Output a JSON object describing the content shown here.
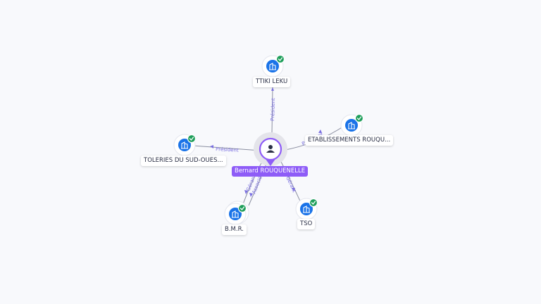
{
  "center": {
    "name": "Bernard ROUQUENELLE",
    "icon": "person-icon"
  },
  "companies": [
    {
      "name": "TTIKI LEKU",
      "icon": "building-icon",
      "status": "check-icon"
    },
    {
      "name": "ETABLISSEMENTS ROUQU...",
      "icon": "building-icon",
      "status": "check-icon"
    },
    {
      "name": "TOLERIES DU SUD-OUES...",
      "icon": "building-icon",
      "status": "check-icon"
    },
    {
      "name": "B.M.R.",
      "icon": "building-icon",
      "status": "check-icon"
    },
    {
      "name": "TSO",
      "icon": "building-icon",
      "status": "check-icon"
    }
  ],
  "edges": [
    {
      "label": "Président"
    },
    {
      "label": "Président"
    },
    {
      "label": "Président"
    },
    {
      "label": "Gérant"
    },
    {
      "label": "Associé"
    },
    {
      "label": "Gérant"
    }
  ],
  "colors": {
    "accent": "#8e5cf7",
    "node": "#1a73e8",
    "check": "#1e9e5a",
    "edge_label": "#7a6fe0"
  }
}
